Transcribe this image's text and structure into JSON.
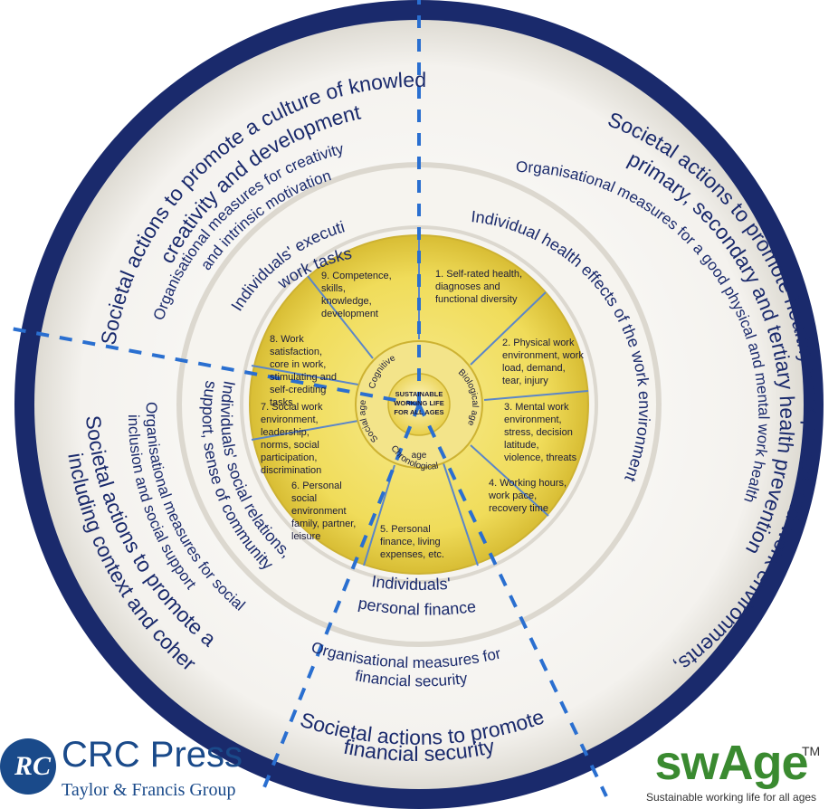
{
  "outer_ring": {
    "knowledge": "Societal actions to promote a culture of knowledge, creativity and development",
    "health": "Societal actions to promote healthy work places and work environments, primary, secondary and tertiary health prevention",
    "social": "Societal actions to promote a social, including context and coherence",
    "finance": "Societal actions to promote financial security"
  },
  "org_ring": {
    "creativity": "Organisational measures for creativity and intrinsic motivation",
    "health": "Organisational measures for a good physical and mental work health",
    "social": "Organisational measures for social inclusion and social support",
    "finance": "Organisational measures for financial security"
  },
  "ind_ring": {
    "tasks": "Individuals' execution of work tasks",
    "health": "Individual health effects of the work environment",
    "social": "Individuals' social relations, support, sense of community",
    "finance": "Individuals' personal finance"
  },
  "factors": [
    "1. Self-rated health, diagnoses and functional diversity",
    "2. Physical work environment, work load, demand, tear, injury",
    "3. Mental work environment, stress, decision latitude, violence, threats",
    "4. Working hours, work pace, recovery time",
    "5. Personal finance, living expenses, etc.",
    "6. Personal social environment family, partner, leisure",
    "7. Social work environment, leadership, norms, social participation, discrimination",
    "8. Work satisfaction, core in work, stimulating and self-crediting tasks",
    "9. Competence, skills, knowledge, development"
  ],
  "ages": {
    "cognitive": "Cognitive age",
    "biological": "Biological age",
    "chronological": "Chronological age",
    "social": "Social age"
  },
  "center": {
    "line1": "SUSTAINABLE",
    "line2": "WORKING LIFE",
    "line3": "FOR ALL AGES"
  },
  "publisher": {
    "mark": "RC",
    "name": "CRC Press",
    "sub": "Taylor & Francis Group"
  },
  "brand": {
    "name": "swAge",
    "tm": "TM",
    "tagline": "Sustainable working life for all ages"
  },
  "colors": {
    "outer_band": "#1a2a6c",
    "ring_fill": "#f3f1ec",
    "divider": "#2a6fd0",
    "spoke": "#4f7fc8",
    "yellow": "#f0dc5a",
    "yellow_dark": "#e0c53a",
    "text_dark": "#1a2a6c"
  }
}
